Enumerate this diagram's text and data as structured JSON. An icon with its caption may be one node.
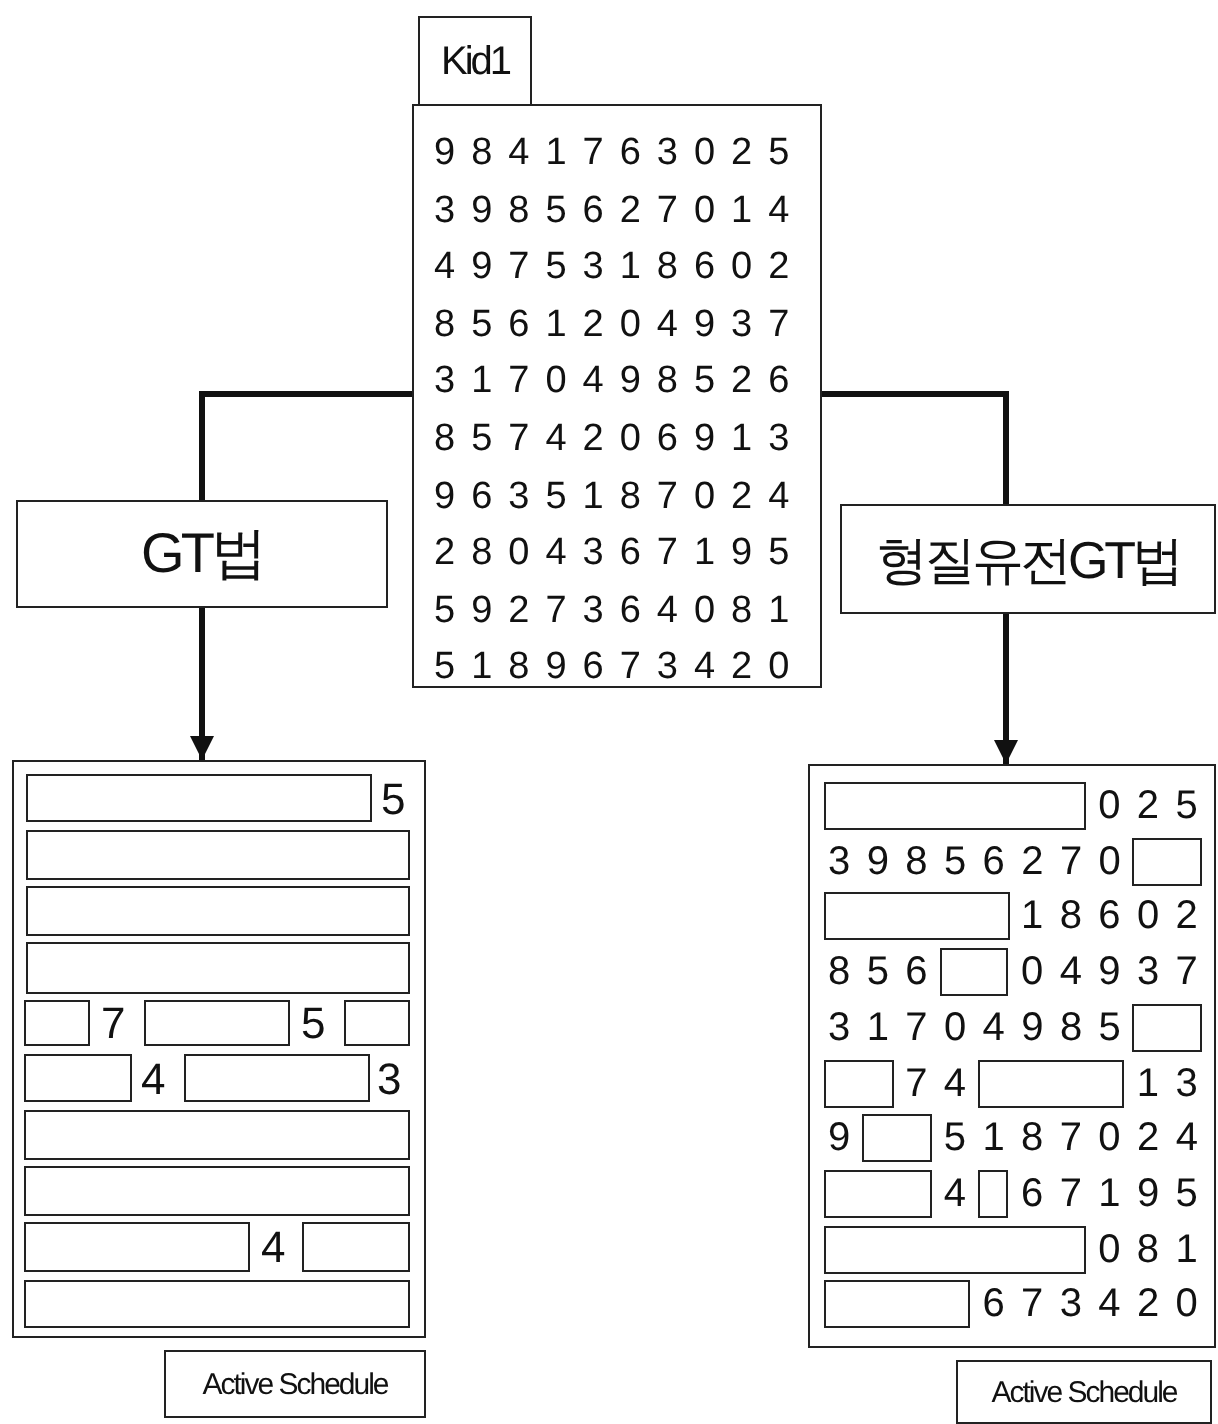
{
  "diagram": {
    "nodes": [
      {
        "text": [
          "Kid1"
        ]
      },
      {
        "text": [
          "9841763025",
          "3985627014",
          "4975318602",
          "8561204937",
          "3170498526",
          "8574206913",
          "9635187024",
          "2804367195",
          "5927364081",
          "5189673420"
        ]
      },
      {
        "text": [
          "GT법"
        ]
      },
      {
        "text": [
          "형질유전GT법"
        ]
      },
      {
        "text": [
          "5",
          "7",
          "5",
          "4",
          "3",
          "4"
        ]
      },
      {
        "text": [
          "Active Schedule"
        ]
      },
      {
        "text": [
          "025",
          "39856270",
          "18602",
          "856",
          "04937",
          "31704985",
          "74",
          "13",
          "9",
          "5187024",
          "4",
          "67195",
          "081",
          "673420"
        ]
      },
      {
        "text": [
          "Active Schedule"
        ]
      }
    ],
    "edges": [
      {
        "from": 1,
        "to": 2,
        "arrow": "none"
      },
      {
        "from": 1,
        "to": 3,
        "arrow": "none"
      },
      {
        "from": 2,
        "to": 4,
        "arrow": "to"
      },
      {
        "from": 3,
        "to": 6,
        "arrow": "to"
      }
    ]
  }
}
